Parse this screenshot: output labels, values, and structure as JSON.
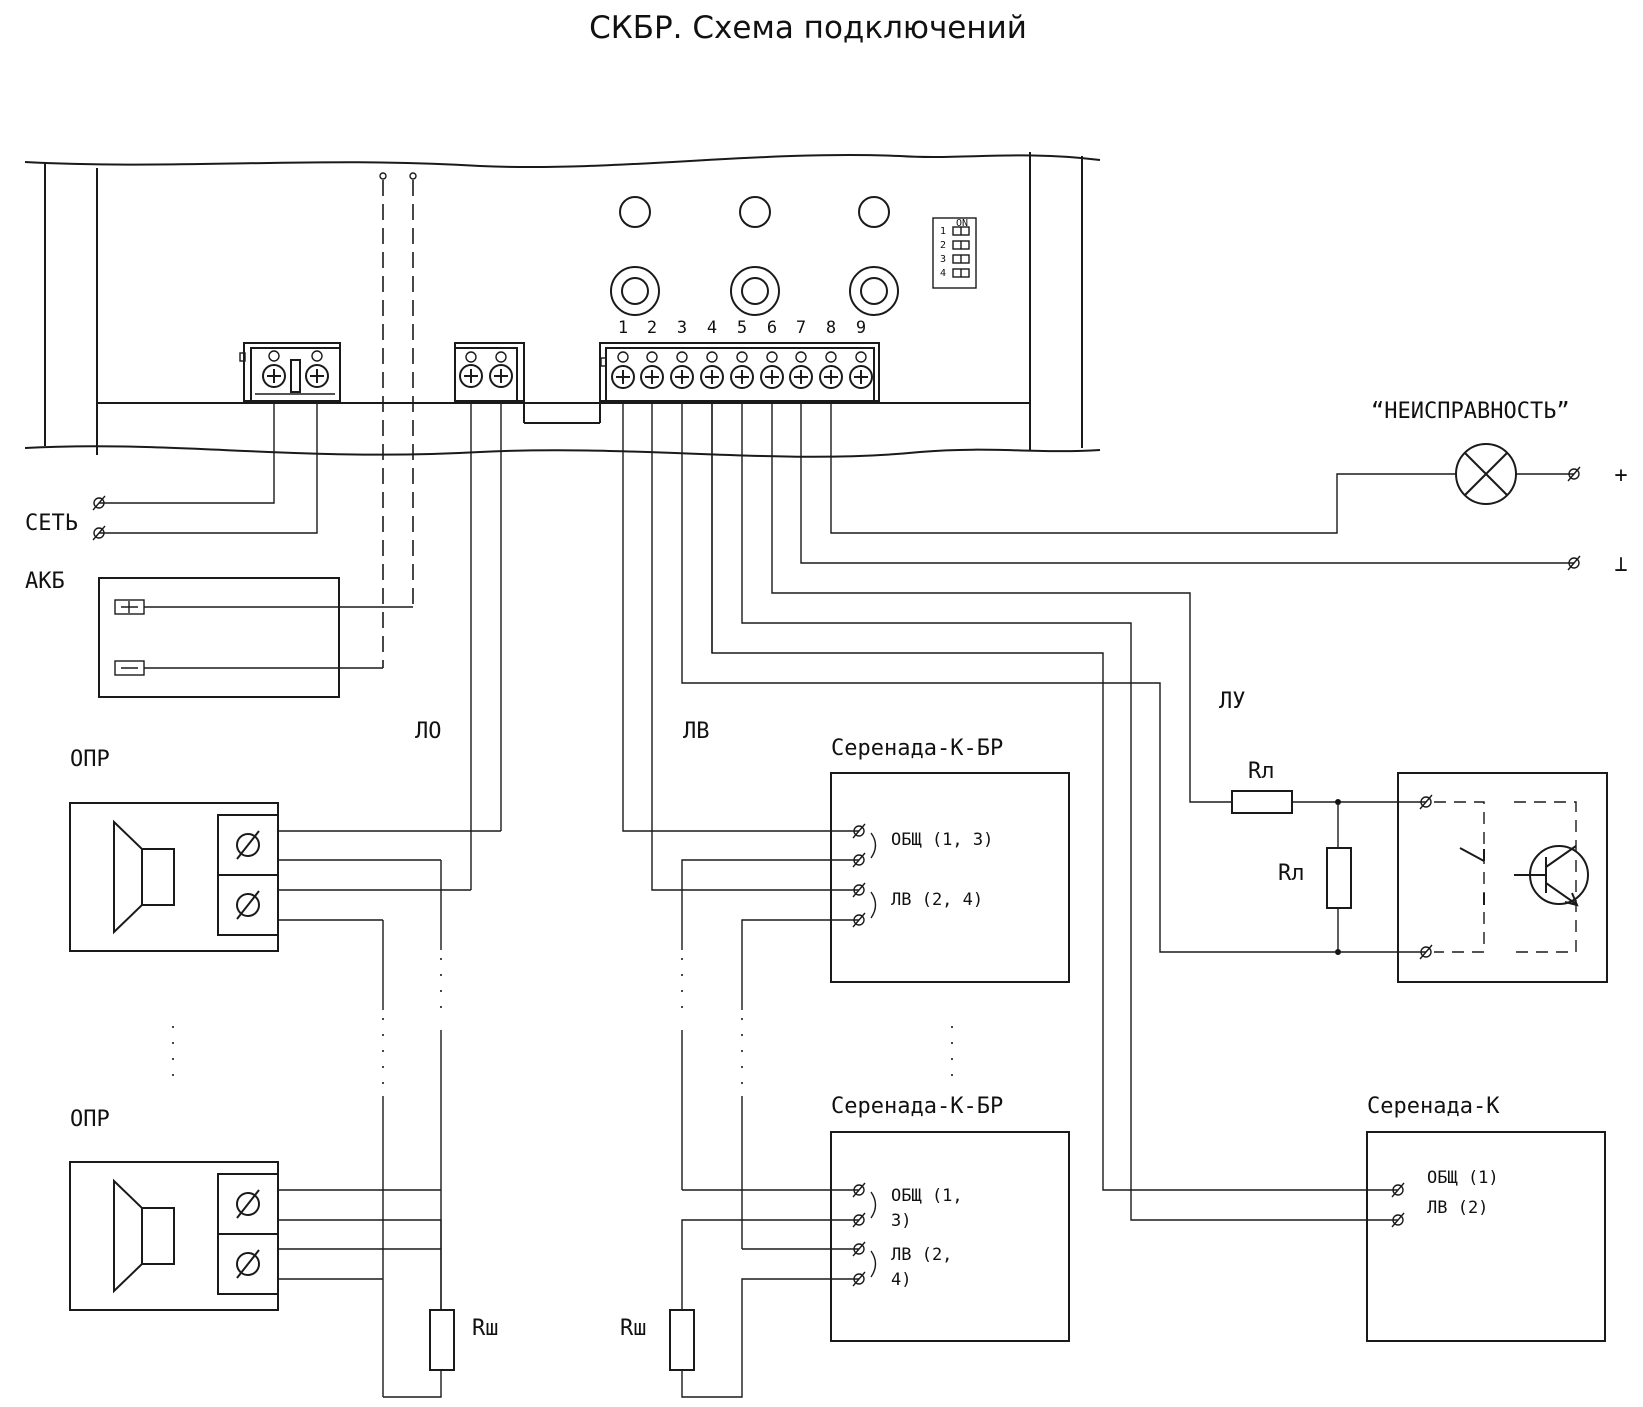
{
  "title": "СКБР. Схема подключений",
  "labels": {
    "mains": "СЕТЬ",
    "battery": "АКБ",
    "warning_line": "ЛО",
    "output_line": "ЛВ",
    "control_line": "ЛУ",
    "fault": "“НЕИСПРАВНОСТЬ”",
    "plus": "+",
    "ground": "⊥",
    "dip_on": "ON",
    "dip_numbers": [
      "1",
      "2",
      "3",
      "4"
    ]
  },
  "terminal_numbers": [
    "1",
    "2",
    "3",
    "4",
    "5",
    "6",
    "7",
    "8",
    "9"
  ],
  "speakers": [
    {
      "name": "ОПР"
    },
    {
      "name": "ОПР"
    }
  ],
  "serenada_kbr": [
    {
      "name": "Серенада-К-БР",
      "common": "ОБЩ (1, 3)",
      "lv": "ЛВ (2, 4)"
    },
    {
      "name": "Серенада-К-БР",
      "common_l1": "ОБЩ (1,",
      "common_l2": "3)",
      "lv_l1": "ЛВ (2,",
      "lv_l2": "4)"
    }
  ],
  "serenada_k": {
    "name": "Серенада-К",
    "common": "ОБЩ (1)",
    "lv": "ЛВ (2)"
  },
  "resistors": {
    "rl": "Rл",
    "rsh": "Rш"
  }
}
